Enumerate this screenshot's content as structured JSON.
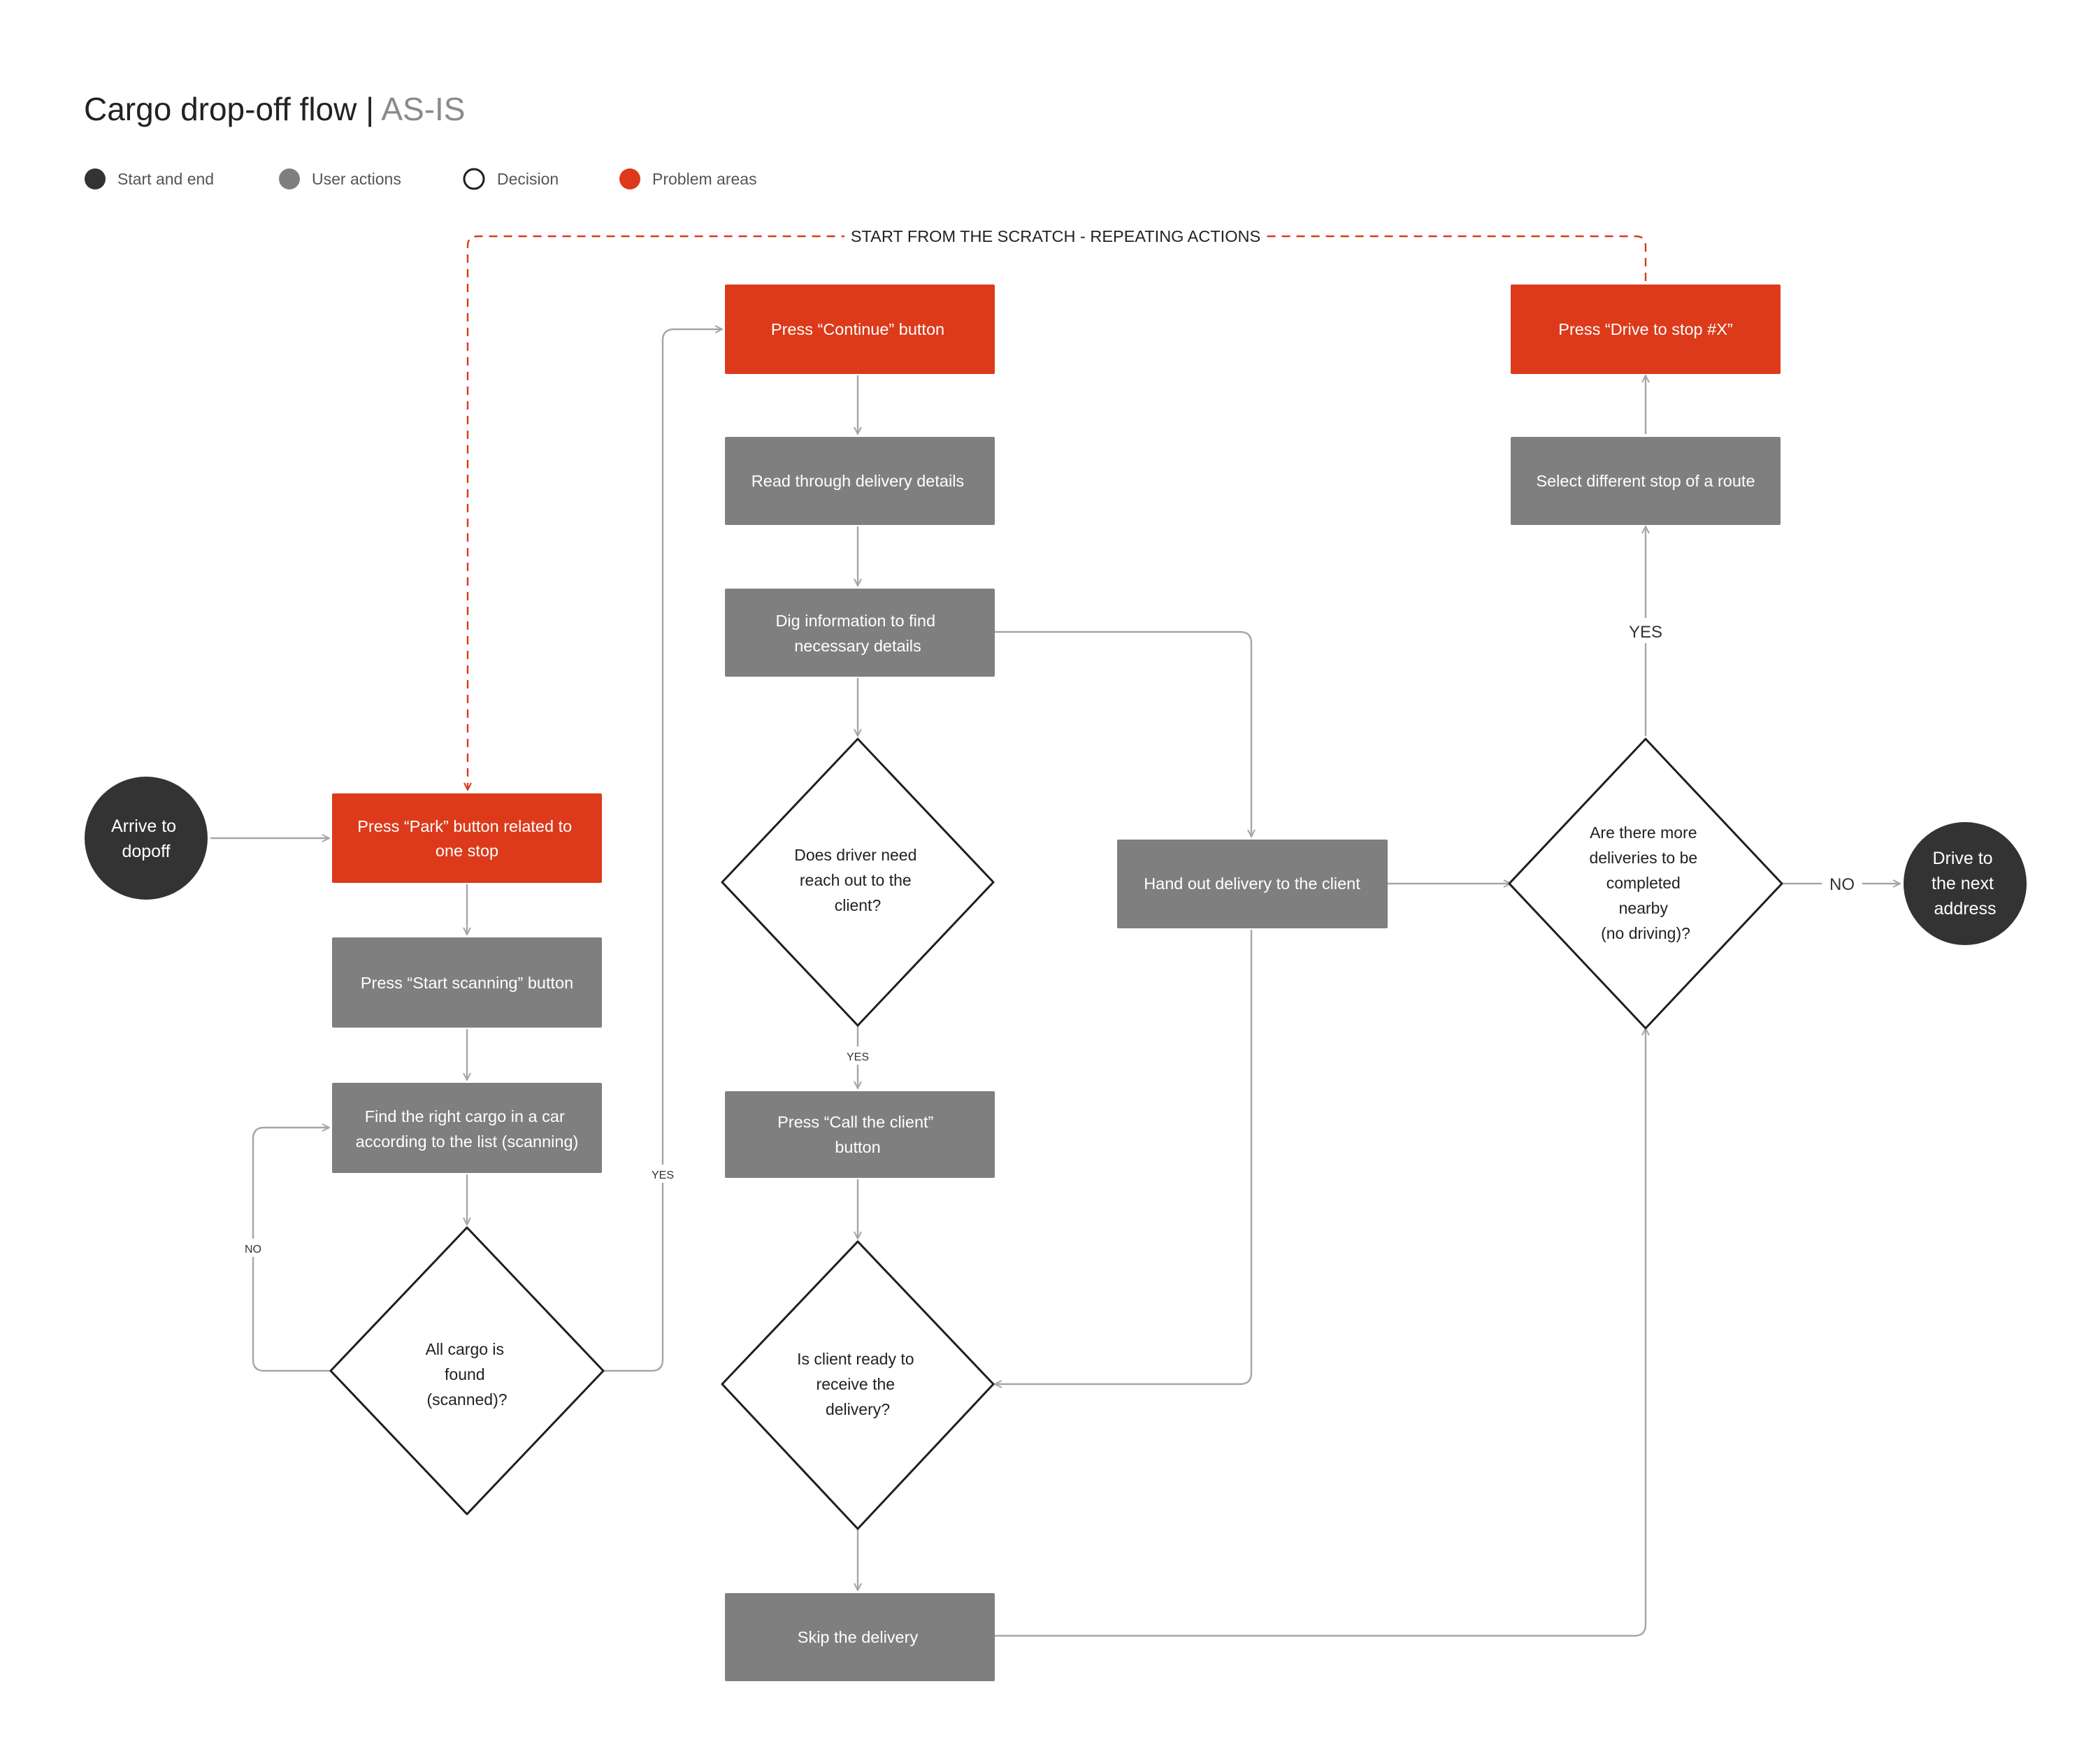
{
  "title": {
    "main": "Cargo drop-off flow",
    "separator": " | ",
    "sub": "AS-IS"
  },
  "legend": [
    {
      "label": "Start and end",
      "kind": "start-end"
    },
    {
      "label": "User actions",
      "kind": "user-action"
    },
    {
      "label": "Decision",
      "kind": "decision"
    },
    {
      "label": "Problem areas",
      "kind": "problem"
    }
  ],
  "colors": {
    "start_end": "#333333",
    "user_action": "#7f7f7f",
    "problem": "#dc3a1a",
    "decision_stroke": "#1f1f1f",
    "connector": "#a6a6a6",
    "repeat_loop": "#d9391b"
  },
  "banner": "START FROM THE SCRATCH - REPEATING ACTIONS",
  "nodes": {
    "arrive": [
      "Arrive to",
      "dopoff"
    ],
    "press_park": [
      "Press “Park” button related to",
      "one stop"
    ],
    "start_scanning": [
      "Press “Start scanning” button"
    ],
    "find_cargo": [
      "Find the right cargo in a car",
      "according to the list (scanning)"
    ],
    "all_cargo_found": [
      "All cargo is",
      "found",
      "(scanned)?"
    ],
    "press_continue": [
      "Press “Continue” button"
    ],
    "read_details": [
      "Read through delivery details"
    ],
    "dig_info": [
      "Dig information to find",
      "necessary details"
    ],
    "need_reach_out": [
      "Does driver need",
      "reach out to the",
      "client?"
    ],
    "call_client": [
      "Press “Call the client”",
      "button"
    ],
    "client_ready": [
      "Is client ready to",
      "receive the",
      "delivery?"
    ],
    "skip_delivery": [
      "Skip the delivery"
    ],
    "hand_out": [
      "Hand out delivery to the client"
    ],
    "more_deliveries": [
      "Are there more",
      "deliveries to be",
      "completed",
      "nearby",
      "(no driving)?"
    ],
    "select_stop": [
      "Select different stop of a route"
    ],
    "drive_to_stop": [
      "Press “Drive to stop #X”"
    ],
    "drive_next": [
      "Drive to",
      "the next",
      "address"
    ]
  },
  "edge_labels": {
    "no_cargo": "NO",
    "yes_cargo": "YES",
    "yes_reach": "YES",
    "yes_more": "YES",
    "no_more": "NO"
  }
}
